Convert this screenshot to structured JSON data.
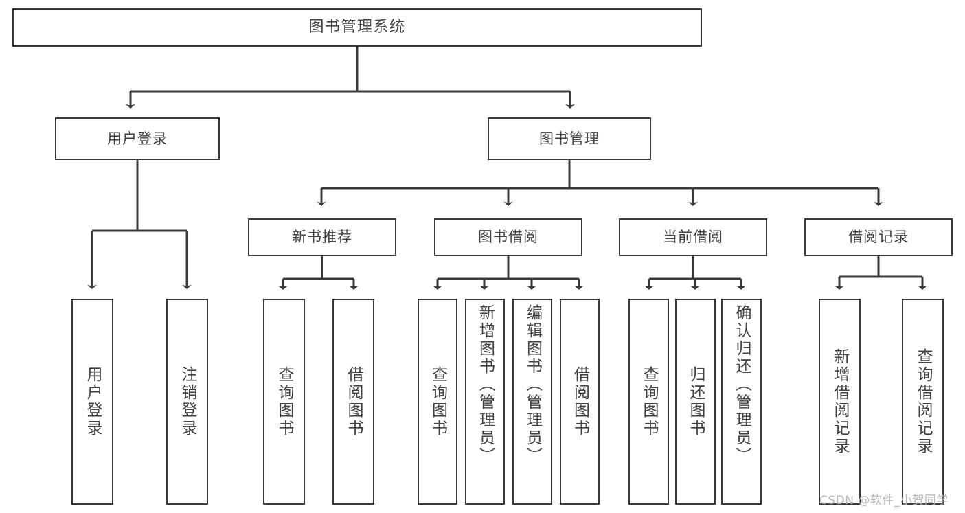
{
  "diagram": {
    "type": "tree-hierarchy",
    "title": "图书管理系统",
    "watermark": "CSDN @软件_小贺同学",
    "colors": {
      "background": "#ffffff",
      "box_border": "#3a3a3a",
      "text": "#44403c",
      "connector": "#3a3a3a",
      "watermark": "#b9b9b9"
    },
    "nodes": {
      "root": {
        "label": "图书管理系统"
      },
      "level1": [
        {
          "id": "user-login",
          "label": "用户登录"
        },
        {
          "id": "book-manage",
          "label": "图书管理"
        }
      ],
      "level2": [
        {
          "id": "new-book-recommend",
          "label": "新书推荐"
        },
        {
          "id": "book-borrow",
          "label": "图书借阅"
        },
        {
          "id": "current-borrow",
          "label": "当前借阅"
        },
        {
          "id": "borrow-record",
          "label": "借阅记录"
        }
      ],
      "leaves": {
        "user_login": [
          {
            "id": "leaf-user-login",
            "label": "用户登录"
          },
          {
            "id": "leaf-logout-login",
            "label": "注销登录"
          }
        ],
        "new_book_recommend": [
          {
            "id": "leaf-query-book-1",
            "label": "查询图书"
          },
          {
            "id": "leaf-borrow-book-1",
            "label": "借阅图书"
          }
        ],
        "book_borrow": [
          {
            "id": "leaf-query-book-2",
            "label": "查询图书"
          },
          {
            "id": "leaf-add-book",
            "label": "新增图书（管理员）"
          },
          {
            "id": "leaf-edit-book",
            "label": "编辑图书（管理员）"
          },
          {
            "id": "leaf-borrow-book-2",
            "label": "借阅图书"
          }
        ],
        "current_borrow": [
          {
            "id": "leaf-query-book-3",
            "label": "查询图书"
          },
          {
            "id": "leaf-return-book",
            "label": "归还图书"
          },
          {
            "id": "leaf-confirm-return",
            "label": "确认归还（管理员）"
          }
        ],
        "borrow_record": [
          {
            "id": "leaf-add-record",
            "label": "新增借阅记录"
          },
          {
            "id": "leaf-query-record",
            "label": "查询借阅记录"
          }
        ]
      }
    }
  }
}
